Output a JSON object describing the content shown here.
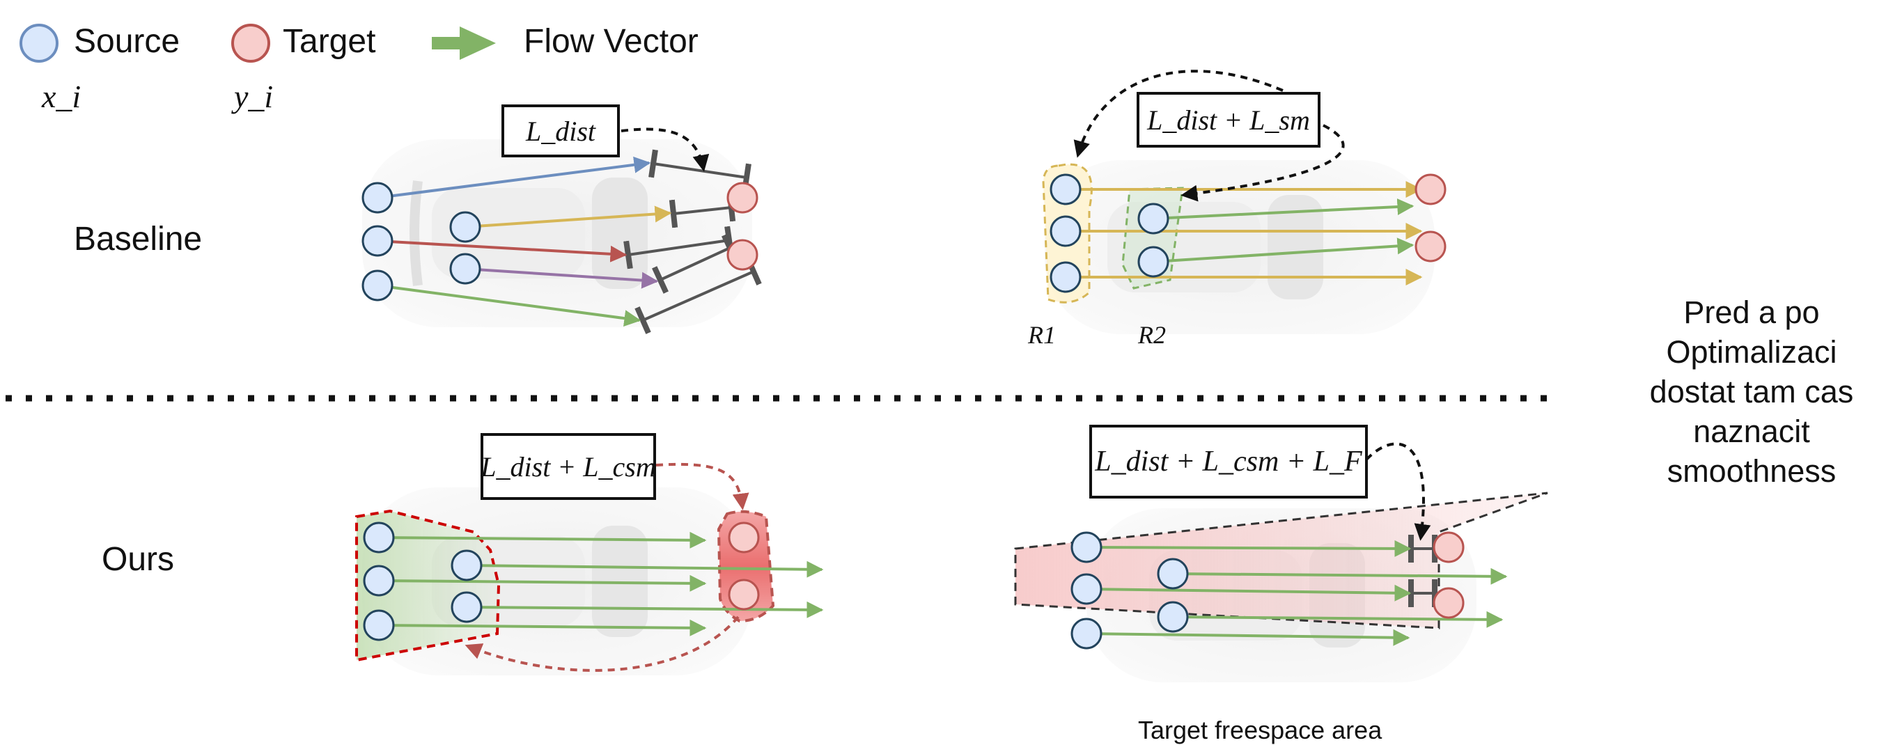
{
  "legend": {
    "source_label": "Source",
    "target_label": "Target",
    "flow_label": "Flow Vector",
    "source_var": "x_i",
    "target_var": "y_i"
  },
  "rows": {
    "baseline_label": "Baseline",
    "ours_label": "Ours"
  },
  "formulas": {
    "baseline_left": "L_dist",
    "baseline_right": "L_dist + L_sm",
    "ours_left": "L_dist + L_csm",
    "ours_right": "L_dist + L_csm + L_F"
  },
  "region_labels": {
    "r1": "R1",
    "r2": "R2"
  },
  "note": "Pred a po\nOptimalizaci\ndostat tam cas\nnaznacit\nsmoothness",
  "caption": "Target freespace area",
  "colors": {
    "source_fill": "#dae8fc",
    "source_stroke": "#6c8ebf",
    "target_fill": "#f8cecc",
    "target_stroke": "#b85450",
    "flow_green": "#82b366",
    "flow_yellow": "#d6b656",
    "flow_blue": "#6c8ebf",
    "flow_red": "#b85450",
    "flow_purple": "#9673a6",
    "car_body": "#f2f2f2"
  }
}
